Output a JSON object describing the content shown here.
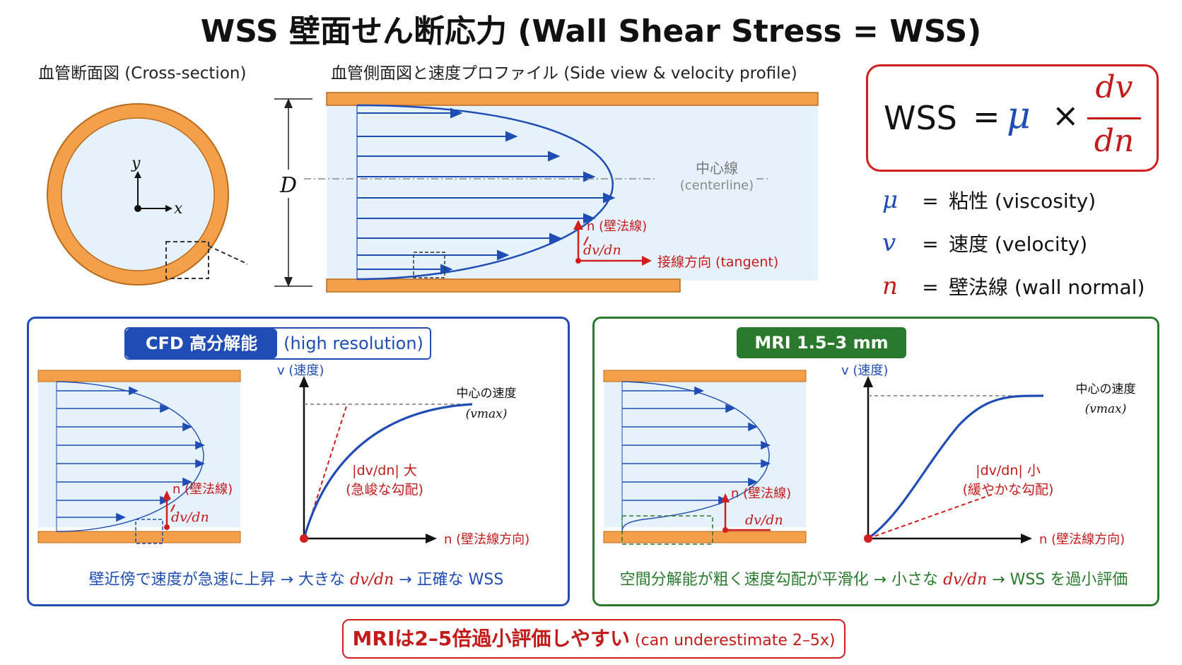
{
  "title": "WSS 壁面せん断応力 (Wall Shear Stress = WSS)",
  "cross_section": {
    "heading": "血管断面図 (Cross-section)",
    "axis_y": "y",
    "axis_x": "x"
  },
  "side_view": {
    "heading": "血管側面図と速度プロファイル (Side view & velocity profile)",
    "diameter_label": "D",
    "centerline_label": "中心線",
    "centerline_en": "(centerline)",
    "normal_label": "n (壁法線)",
    "gradient_label": "dv/dn",
    "tangent_label": "接線方向 (tangent)"
  },
  "formula": {
    "lhs": "WSS",
    "eq": "=",
    "mu": "μ",
    "times": "×",
    "numerator": "dv",
    "denominator": "dn"
  },
  "legend": [
    {
      "symbol": "μ",
      "eq": "=",
      "text": "粘性 (viscosity)",
      "color": "#1f4db5"
    },
    {
      "symbol": "v",
      "eq": "=",
      "text": "速度 (velocity)",
      "color": "#1f4db5"
    },
    {
      "symbol": "n",
      "eq": "=",
      "text": "壁法線 (wall normal)",
      "color": "#c41a1a"
    }
  ],
  "cfd_panel": {
    "tag_dark": "CFD 高分解能",
    "tag_light": "(high resolution)",
    "normal_label": "n (壁法線)",
    "gradient_label": "dv/dn",
    "y_axis_label": "v (速度)",
    "x_axis_label": "n (壁法線方向)",
    "center_speed": "中心の速度",
    "vmax": "(vmax)",
    "slope_label_1": "|dv/dn| 大",
    "slope_label_2": "(急峻な勾配)",
    "caption_a": "壁近傍で速度が急速に上昇 → 大きな ",
    "caption_b": "dv/dn",
    "caption_c": " → 正確な WSS",
    "color": "#1f4db5"
  },
  "mri_panel": {
    "tag_dark": "MRI 1.5–3 mm",
    "normal_label": "n (壁法線)",
    "gradient_label": "dv/dn",
    "y_axis_label": "v (速度)",
    "x_axis_label": "n (壁法線方向)",
    "center_speed": "中心の速度",
    "vmax": "(vmax)",
    "slope_label_1": "|dv/dn| 小",
    "slope_label_2": "(緩やかな勾配)",
    "caption_a": "空間分解能が粗く速度勾配が平滑化 → 小さな ",
    "caption_b": "dv/dn",
    "caption_c": " → WSS を過小評価",
    "color": "#2a7a2e"
  },
  "banner": {
    "strong": "MRIは2–5倍過小評価しやすい",
    "weak": " (can underestimate 2–5x)"
  },
  "colors": {
    "wall_orange": "#f4a04a",
    "lumen_blue": "#e6f2fb",
    "arrow_blue": "#1f4db5",
    "red": "#d11f1f",
    "green": "#2a7a2e"
  }
}
